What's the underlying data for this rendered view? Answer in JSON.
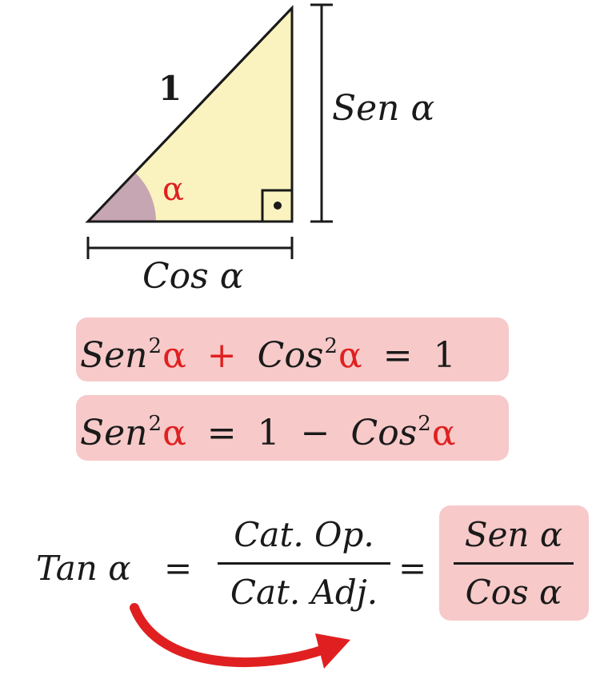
{
  "triangle": {
    "hypotenuse_label": "1",
    "angle_label": "α",
    "side_vertical_label": "Sen α",
    "side_horizontal_label": "Cos α",
    "fill_color": "#fbf3bf",
    "angle_fill_color": "#c7a6b3",
    "angle_color": "#e02020"
  },
  "identity1": {
    "sen": "Sen",
    "exp": "2",
    "alpha": "α",
    "plus": "+",
    "cos": "Cos",
    "equals": "=",
    "one": "1"
  },
  "identity2": {
    "sen": "Sen",
    "exp": "2",
    "alpha": "α",
    "equals": "=",
    "one": "1",
    "minus": "−",
    "cos": "Cos"
  },
  "tangent": {
    "lhs": "Tan α",
    "equals": "=",
    "numerator": "Cat. Op.",
    "denominator": "Cat. Adj.",
    "rhs_numerator": "Sen α",
    "rhs_denominator": "Cos α"
  },
  "colors": {
    "highlight": "#f7c9c9",
    "arrow": "#e02020",
    "alpha_red": "#e02020"
  }
}
